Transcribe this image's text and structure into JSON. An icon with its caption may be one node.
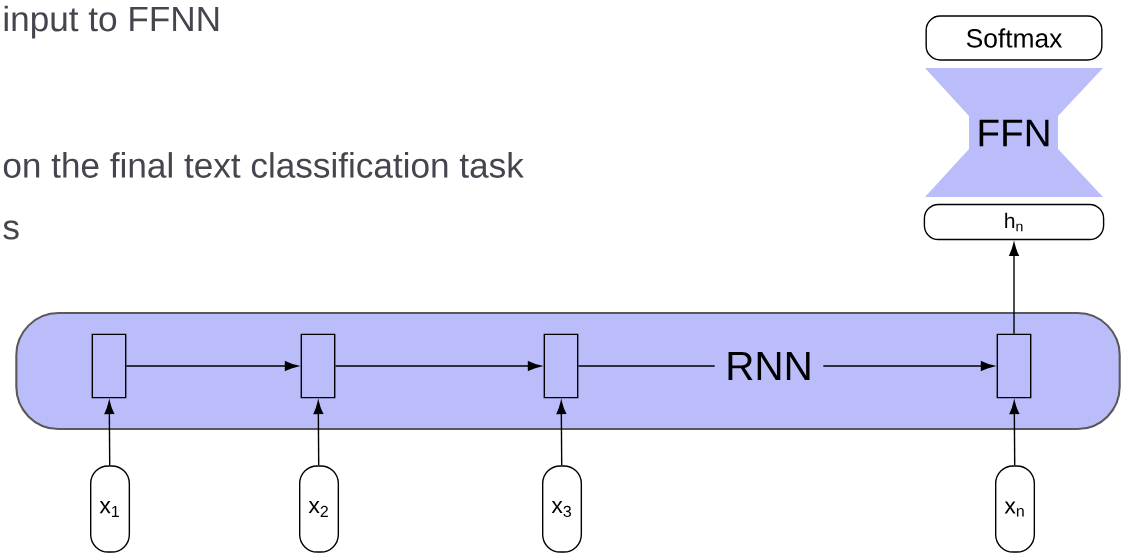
{
  "diagram": {
    "nodes": [
      {
        "text": [
          "RNN"
        ]
      },
      {
        "text": [],
        "shape": "box",
        "in": 0
      },
      {
        "text": [],
        "shape": "box",
        "in": 0
      },
      {
        "text": [],
        "shape": "box",
        "in": 0
      },
      {
        "text": [],
        "shape": "box",
        "in": 0
      },
      {
        "text": [
          "x$_{1}$"
        ]
      },
      {
        "text": [
          "x$_{2}$"
        ]
      },
      {
        "text": [
          "x$_{3}$"
        ]
      },
      {
        "text": [
          "x$_{n}$"
        ]
      },
      {
        "text": [
          "h$_{n}$"
        ]
      },
      {
        "text": [
          "FFN"
        ]
      },
      {
        "text": [
          "Softmax"
        ]
      }
    ],
    "edges": [
      {
        "from": 5,
        "to": 1,
        "arrow": "to"
      },
      {
        "from": 6,
        "to": 2,
        "arrow": "to"
      },
      {
        "from": 7,
        "to": 3,
        "arrow": "to"
      },
      {
        "from": 8,
        "to": 4,
        "arrow": "to"
      },
      {
        "from": 1,
        "to": 2,
        "arrow": "to"
      },
      {
        "from": 2,
        "to": 3,
        "arrow": "to"
      },
      {
        "from": 3,
        "to": 4,
        "arrow": "to"
      },
      {
        "from": 4,
        "to": 9,
        "arrow": "to"
      }
    ],
    "labels": [
      "input to FFNN",
      "on the final text classification task",
      "s"
    ]
  }
}
